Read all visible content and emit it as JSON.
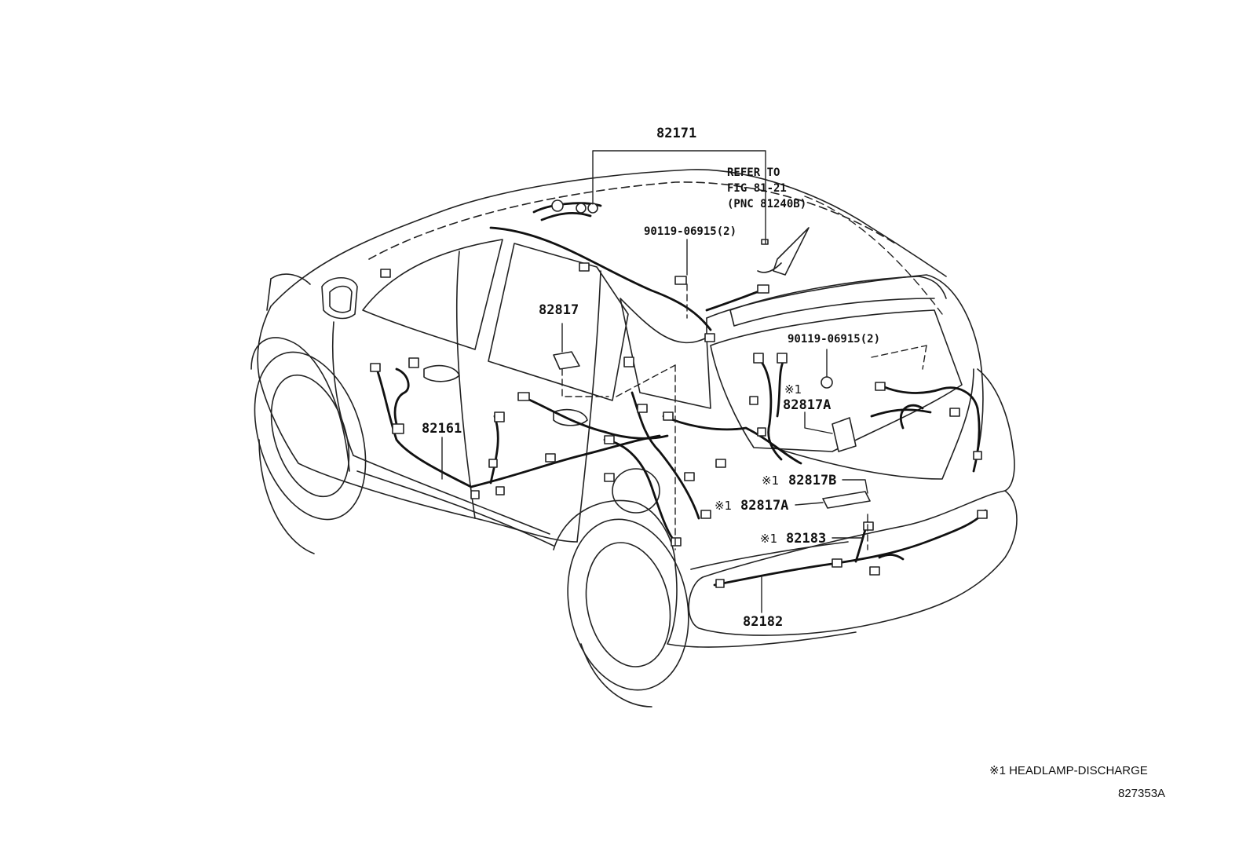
{
  "callouts": {
    "harness_82171": "82171",
    "refer_line1": "REFER TO",
    "refer_line2": "FIG 81-21",
    "refer_line3": "(PNC 81240B)",
    "bolt_upper": "90119-06915(2)",
    "bolt_right": "90119-06915(2)",
    "label_82817": "82817",
    "label_82817A_top": "82817A",
    "label_82161": "82161",
    "label_82817B": "82817B",
    "label_82817A_mid": "82817A",
    "label_82183": "82183",
    "label_82182": "82182"
  },
  "marks": {
    "ref_mark": "※1"
  },
  "footer": {
    "note_mark": "※1",
    "note_text": "HEADLAMP-DISCHARGE",
    "figure_id": "827353A"
  }
}
